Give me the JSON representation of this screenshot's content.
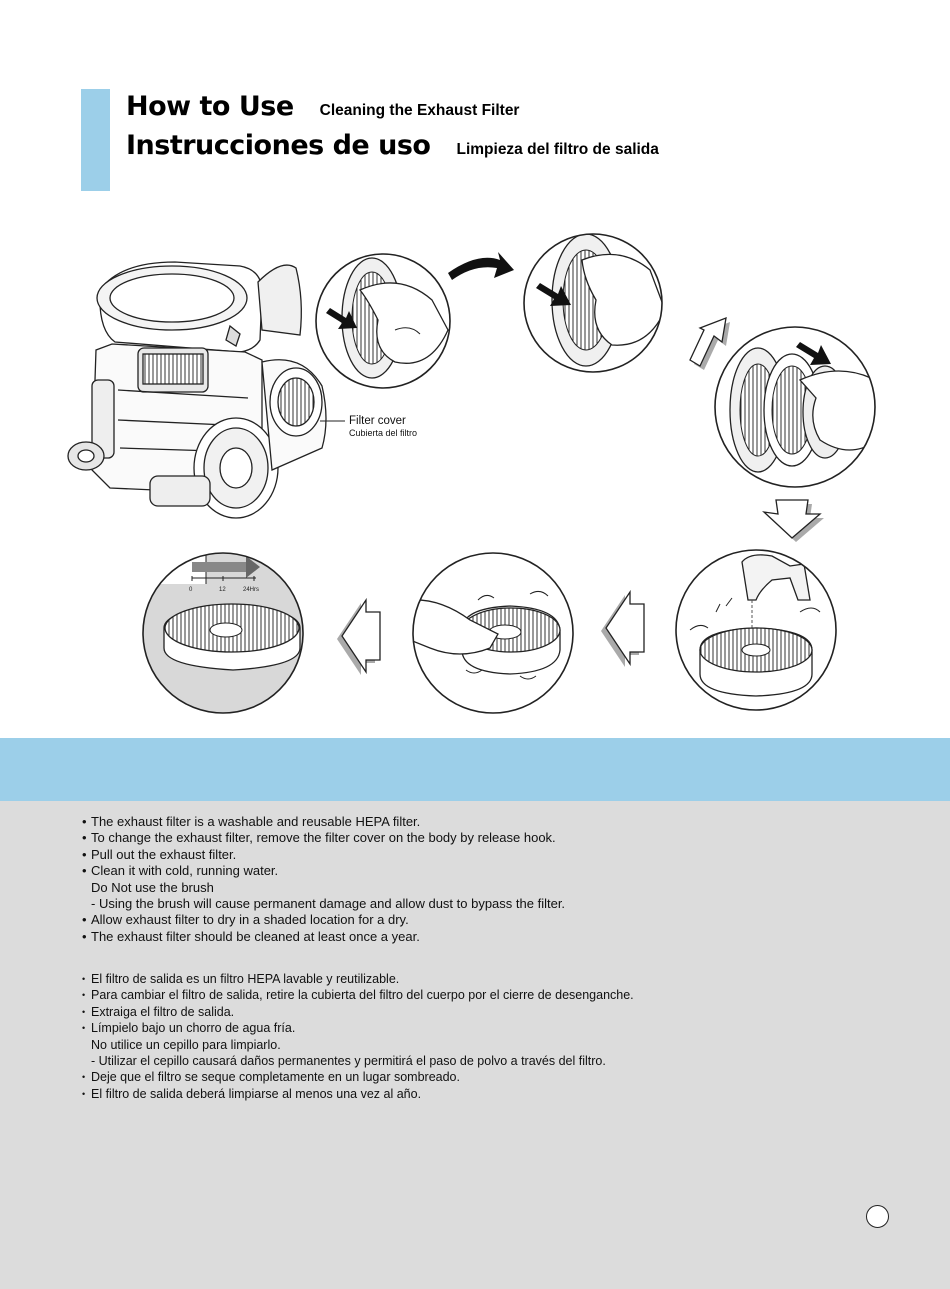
{
  "header": {
    "title_en": "How to Use",
    "subtitle_en": "Cleaning the Exhaust Filter",
    "title_es": "Instrucciones de uso",
    "subtitle_es": "Limpieza del filtro de salida"
  },
  "figure": {
    "callout_en": "Filter cover",
    "callout_es": "Cubierta del filtro",
    "timeline_labels": [
      "0",
      "12",
      "24Hrs"
    ]
  },
  "notes_en": {
    "item1": "The exhaust filter is a washable and reusable HEPA filter.",
    "item2": "To change the exhaust filter, remove the filter cover on the body by release hook.",
    "item3": "Pull out the exhaust filter.",
    "item4": "Clean it with cold, running water.",
    "item4_sub1": "Do Not use the brush",
    "item4_sub2": "- Using the brush will cause permanent damage and allow dust to bypass the filter.",
    "item5": "Allow exhaust filter to dry in a shaded location for a dry.",
    "item6": "The exhaust filter should be cleaned at least once a year."
  },
  "notes_es": {
    "item1": "El filtro de salida es un filtro HEPA lavable y reutilizable.",
    "item2": "Para cambiar el filtro de salida, retire la cubierta del filtro del cuerpo por el cierre de desenganche.",
    "item3": "Extraiga el filtro de salida.",
    "item4": "Límpielo bajo un chorro de agua fría.",
    "item4_sub1": "No utilice un cepillo para limpiarlo.",
    "item4_sub2": "- Utilizar el cepillo causará daños permanentes y permitirá el paso de polvo a través del filtro.",
    "item5": "Deje que el filtro se seque completamente en un lugar sombreado.",
    "item6": "El filtro de salida deberá limpiarse al menos una vez al año."
  },
  "colors": {
    "accent_blue": "#9ccfe9",
    "panel_gray": "#dcdcdc"
  }
}
